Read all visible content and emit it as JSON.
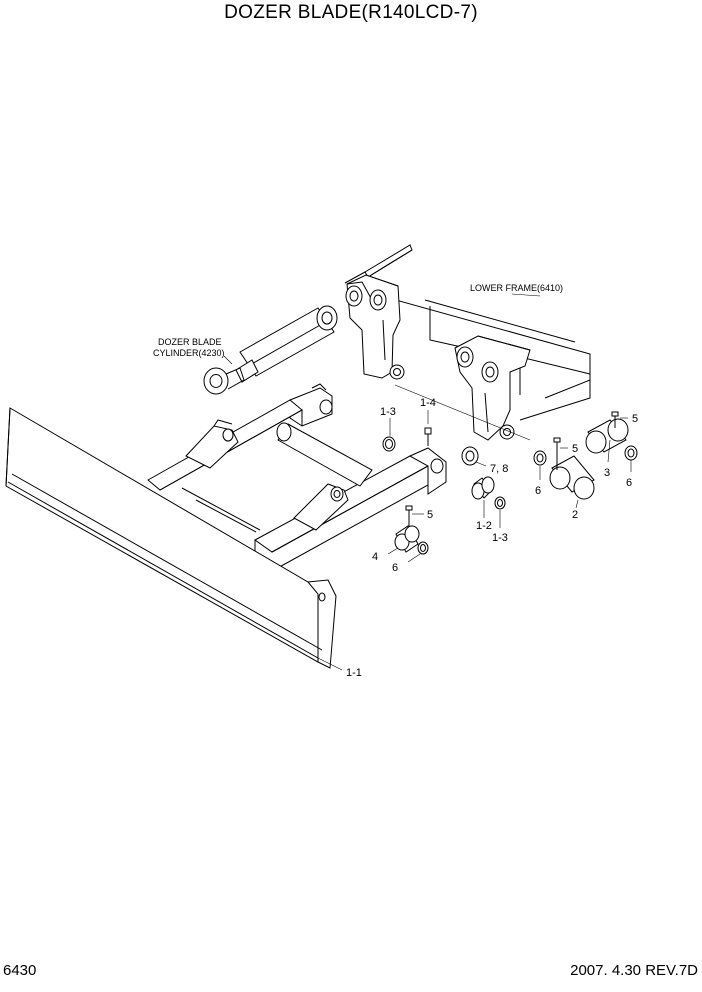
{
  "header": {
    "title": "DOZER BLADE(R140LCD-7)"
  },
  "notes": {
    "lower_frame": "LOWER FRAME(6410)",
    "dozer_blade_line1": "DOZER BLADE",
    "dozer_blade_line2": "CYLINDER(4230)"
  },
  "callouts": {
    "c1_1": "1-1",
    "c1_2": "1-2",
    "c1_3a": "1-3",
    "c1_3b": "1-3",
    "c1_4": "1-4",
    "c2": "2",
    "c3": "3",
    "c4": "4",
    "c5a": "5",
    "c5b": "5",
    "c5c": "5",
    "c6a": "6",
    "c6b": "6",
    "c6c": "6",
    "c78": "7, 8"
  },
  "footer": {
    "page_code": "6430",
    "date_rev": "2007. 4.30  REV.7D"
  }
}
